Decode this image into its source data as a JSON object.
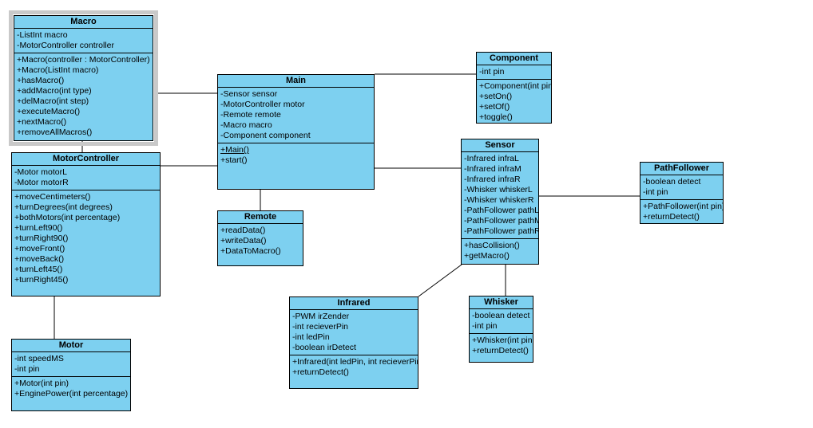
{
  "diagram": {
    "classes": [
      {
        "id": "macro",
        "name": "Macro",
        "selected": true,
        "attributes": [
          "-ListInt macro",
          "-MotorController controller"
        ],
        "methods": [
          "+Macro(controller : MotorController)",
          "+Macro(ListInt macro)",
          "+hasMacro()",
          "+addMacro(int type)",
          "+delMacro(int step)",
          "+executeMacro()",
          "+nextMacro()",
          "+removeAllMacros()"
        ]
      },
      {
        "id": "motorcontroller",
        "name": "MotorController",
        "selected": false,
        "attributes": [
          "-Motor motorL",
          "-Motor motorR"
        ],
        "methods": [
          "+moveCentimeters()",
          "+turnDegrees(int degrees)",
          "+bothMotors(int percentage)",
          "+turnLeft90()",
          "+turnRight90()",
          "+moveFront()",
          "+moveBack()",
          "+turnLeft45()",
          "+turnRight45()"
        ]
      },
      {
        "id": "motor",
        "name": "Motor",
        "selected": false,
        "attributes": [
          "-int speedMS",
          "-int pin"
        ],
        "methods": [
          "+Motor(int pin)",
          "+EnginePower(int percentage)"
        ]
      },
      {
        "id": "main",
        "name": "Main",
        "selected": false,
        "attributes": [
          "-Sensor sensor",
          "-MotorController motor",
          "-Remote remote",
          "-Macro macro",
          "-Component component"
        ],
        "methods": [
          "+Main()",
          "+start()"
        ],
        "underlined": [
          0
        ]
      },
      {
        "id": "remote",
        "name": "Remote",
        "selected": false,
        "attributes": [],
        "methods": [
          "+readData()",
          "+writeData()",
          "+DataToMacro()"
        ]
      },
      {
        "id": "component",
        "name": "Component",
        "selected": false,
        "attributes": [
          "-int pin"
        ],
        "methods": [
          "+Component(int pin)",
          "+setOn()",
          "+setOf()",
          "+toggle()"
        ]
      },
      {
        "id": "sensor",
        "name": "Sensor",
        "selected": false,
        "attributes": [
          "-Infrared infraL",
          "-Infrared infraM",
          "-Infrared infraR",
          "-Whisker whiskerL",
          "-Whisker whiskerR",
          "-PathFollower pathL",
          "-PathFollower pathM",
          "-PathFollower pathR"
        ],
        "methods": [
          "+hasCollision()",
          "+getMacro()"
        ]
      },
      {
        "id": "pathfollower",
        "name": "PathFollower",
        "selected": false,
        "attributes": [
          "-boolean detect",
          "-int pin"
        ],
        "methods": [
          "+PathFollower(int pin)",
          "+returnDetect()"
        ]
      },
      {
        "id": "infrared",
        "name": "Infrared",
        "selected": false,
        "attributes": [
          "-PWM irZender",
          "-int recieverPin",
          "-int ledPin",
          "-boolean irDetect"
        ],
        "methods": [
          "+Infrared(int ledPin, int recieverPin)",
          "+returnDetect()"
        ]
      },
      {
        "id": "whisker",
        "name": "Whisker",
        "selected": false,
        "attributes": [
          "-boolean detect",
          "-int pin"
        ],
        "methods": [
          "+Whisker(int pin)",
          "+returnDetect()"
        ]
      }
    ],
    "connectors": [
      {
        "from": "macro",
        "to": "main"
      },
      {
        "from": "macro",
        "to": "motorcontroller"
      },
      {
        "from": "motorcontroller",
        "to": "main"
      },
      {
        "from": "motorcontroller",
        "to": "motor"
      },
      {
        "from": "main",
        "to": "remote"
      },
      {
        "from": "main",
        "to": "component"
      },
      {
        "from": "main",
        "to": "sensor"
      },
      {
        "from": "sensor",
        "to": "pathfollower"
      },
      {
        "from": "sensor",
        "to": "whisker"
      },
      {
        "from": "sensor",
        "to": "infrared"
      }
    ]
  },
  "colors": {
    "class_fill": "#7dd0f0",
    "border": "#000000",
    "selection_frame": "#c9c9c9",
    "canvas": "#ffffff",
    "text": "#000000"
  }
}
